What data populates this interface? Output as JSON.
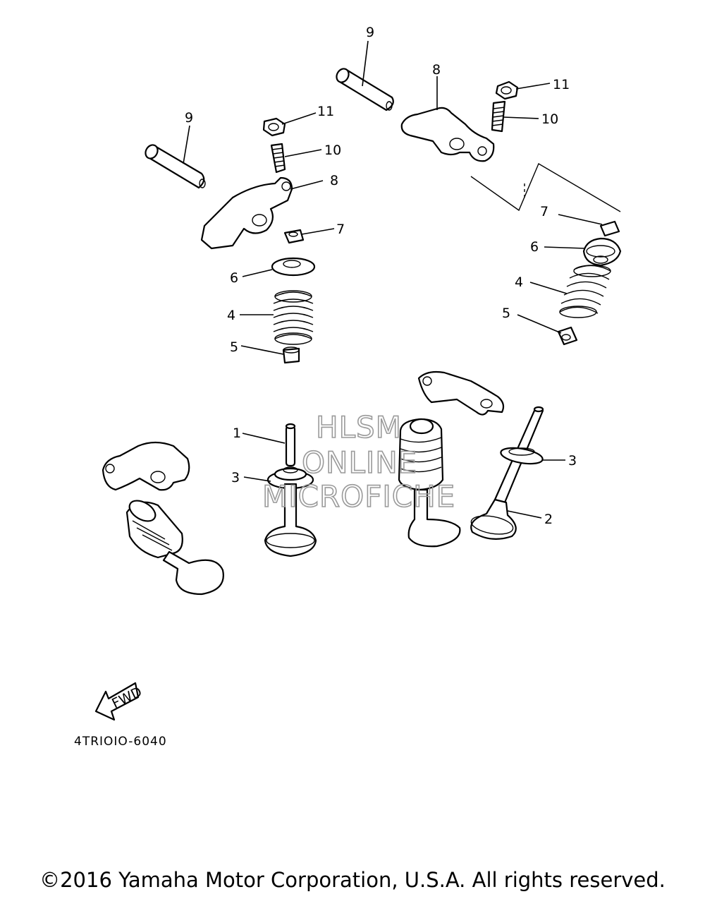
{
  "callouts": {
    "left_9": "9",
    "left_11": "11",
    "left_10": "10",
    "left_8": "8",
    "left_7": "7",
    "left_6": "6",
    "left_4": "4",
    "left_5": "5",
    "right_9": "9",
    "right_8": "8",
    "right_11": "11",
    "right_10": "10",
    "right_7": "7",
    "right_6": "6",
    "right_4": "4",
    "right_5": "5",
    "valve_1": "1",
    "valve_3_left": "3",
    "valve_3_right": "3",
    "valve_2": "2"
  },
  "fwd_label": "FWD",
  "diagram_code": "4TRIOIO-6040",
  "watermark": {
    "line1": "HLSM",
    "line2": "ONLINE",
    "line3": "MICROFICHE"
  },
  "copyright": "©2016 Yamaha Motor Corporation, U.S.A. All rights reserved."
}
